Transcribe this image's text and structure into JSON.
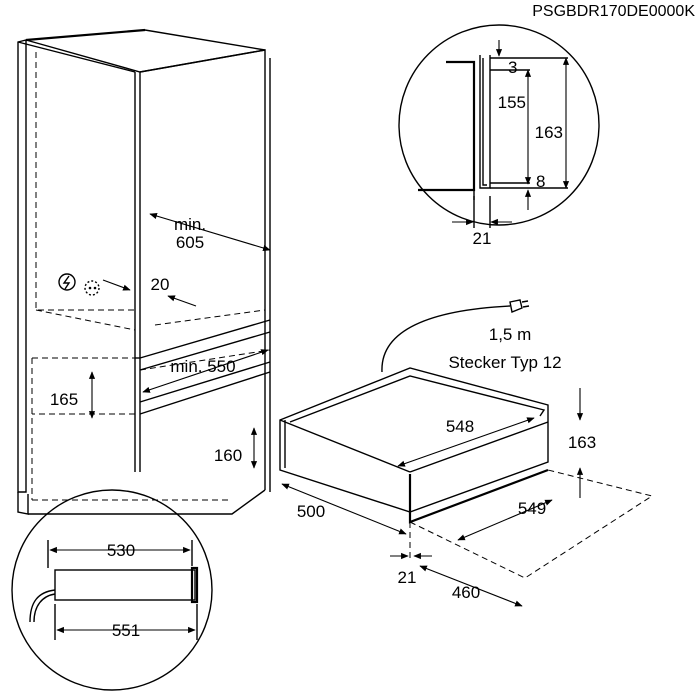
{
  "product_code": "PSGBDR170DE0000K",
  "cabinet": {
    "depth_label": "min.\n605",
    "gap_label": "20",
    "height_label": "165",
    "width_label": "min. 550"
  },
  "detail_top": {
    "labels": [
      "3",
      "155",
      "163",
      "8",
      "21"
    ]
  },
  "drawer": {
    "cable_length": "1,5 m",
    "plug_type": "Stecker Typ 12",
    "inner_width": "548",
    "height_right": "163",
    "height_left": "160",
    "outer_width": "549",
    "depth_left": "500",
    "front_thickness": "21",
    "depth_right": "460"
  },
  "detail_bottom": {
    "top_width": "530",
    "bottom_width": "551"
  },
  "icons": [
    "power-hazard-icon",
    "socket-icon"
  ]
}
